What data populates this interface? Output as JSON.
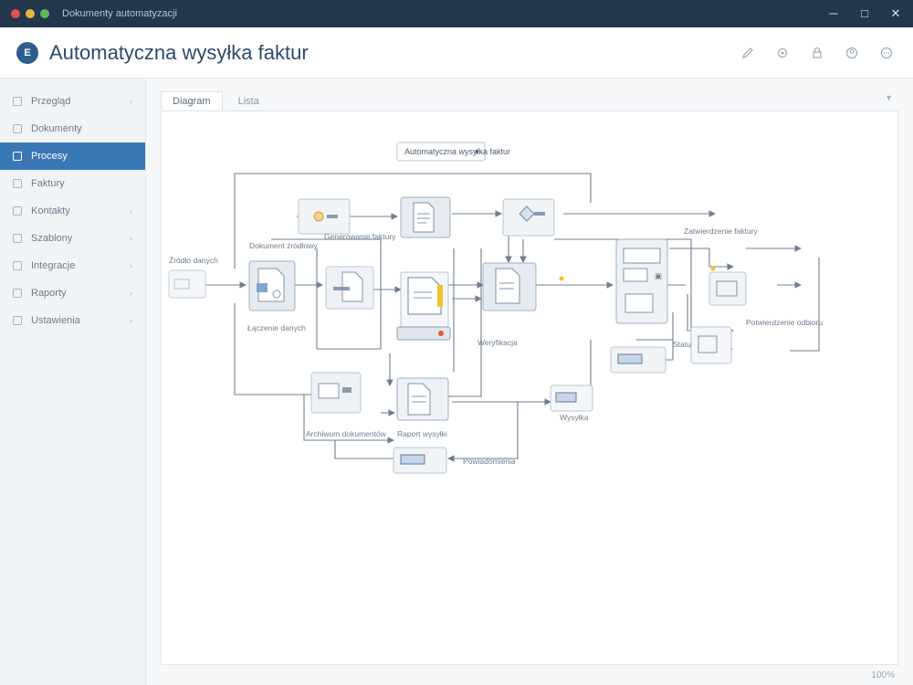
{
  "window": {
    "title": "Dokumenty automatyzacji"
  },
  "header": {
    "title": "Automatyczna wysyłka faktur",
    "logo_letter": "E"
  },
  "sidebar": {
    "items": [
      {
        "label": "Przegląd",
        "icon": "home-icon",
        "active": false,
        "has_chevron": true
      },
      {
        "label": "Dokumenty",
        "icon": "document-icon",
        "active": false,
        "has_chevron": false
      },
      {
        "label": "Procesy",
        "icon": "flow-icon",
        "active": true,
        "has_chevron": false
      },
      {
        "label": "Faktury",
        "icon": "invoice-icon",
        "active": false,
        "has_chevron": false
      },
      {
        "label": "Kontakty",
        "icon": "contacts-icon",
        "active": false,
        "has_chevron": true
      },
      {
        "label": "Szablony",
        "icon": "template-icon",
        "active": false,
        "has_chevron": true
      },
      {
        "label": "Integracje",
        "icon": "plug-icon",
        "active": false,
        "has_chevron": true
      },
      {
        "label": "Raporty",
        "icon": "chart-icon",
        "active": false,
        "has_chevron": true
      },
      {
        "label": "Ustawienia",
        "icon": "gear-icon",
        "active": false,
        "has_chevron": true
      }
    ]
  },
  "tabs": [
    {
      "label": "Diagram",
      "active": true
    },
    {
      "label": "Lista",
      "active": false
    }
  ],
  "diagram": {
    "top_label": "Automatyczna wysyłka faktur",
    "labels": {
      "source": "Źródło danych",
      "input": "Dokument źródłowy",
      "generate": "Generowanie faktury",
      "check": "Weryfikacja",
      "send": "Wysyłka",
      "approve": "Zatwierdzenie faktury",
      "status": "Status wysyłki",
      "archive": "Archiwum dokumentów",
      "report": "Raport wysyłki",
      "merge": "Łączenie danych",
      "notify": "Powiadomienia",
      "confirm": "Potwierdzenie odbioru"
    }
  },
  "status": {
    "zoom": "100%"
  },
  "colors": {
    "titlebar": "#23364c",
    "accent": "#3a78b5",
    "dot_red": "#e0534f",
    "dot_yellow": "#e9b341",
    "dot_green": "#5fb85b",
    "highlight": "#f2c230",
    "error": "#e4572e",
    "node_fill": "#eef2f6",
    "node_stroke": "#b9c5d1",
    "line": "#6f7f90"
  },
  "icons": {
    "minimize": "minimize-icon",
    "maximize": "maximize-icon",
    "close": "close-icon"
  }
}
